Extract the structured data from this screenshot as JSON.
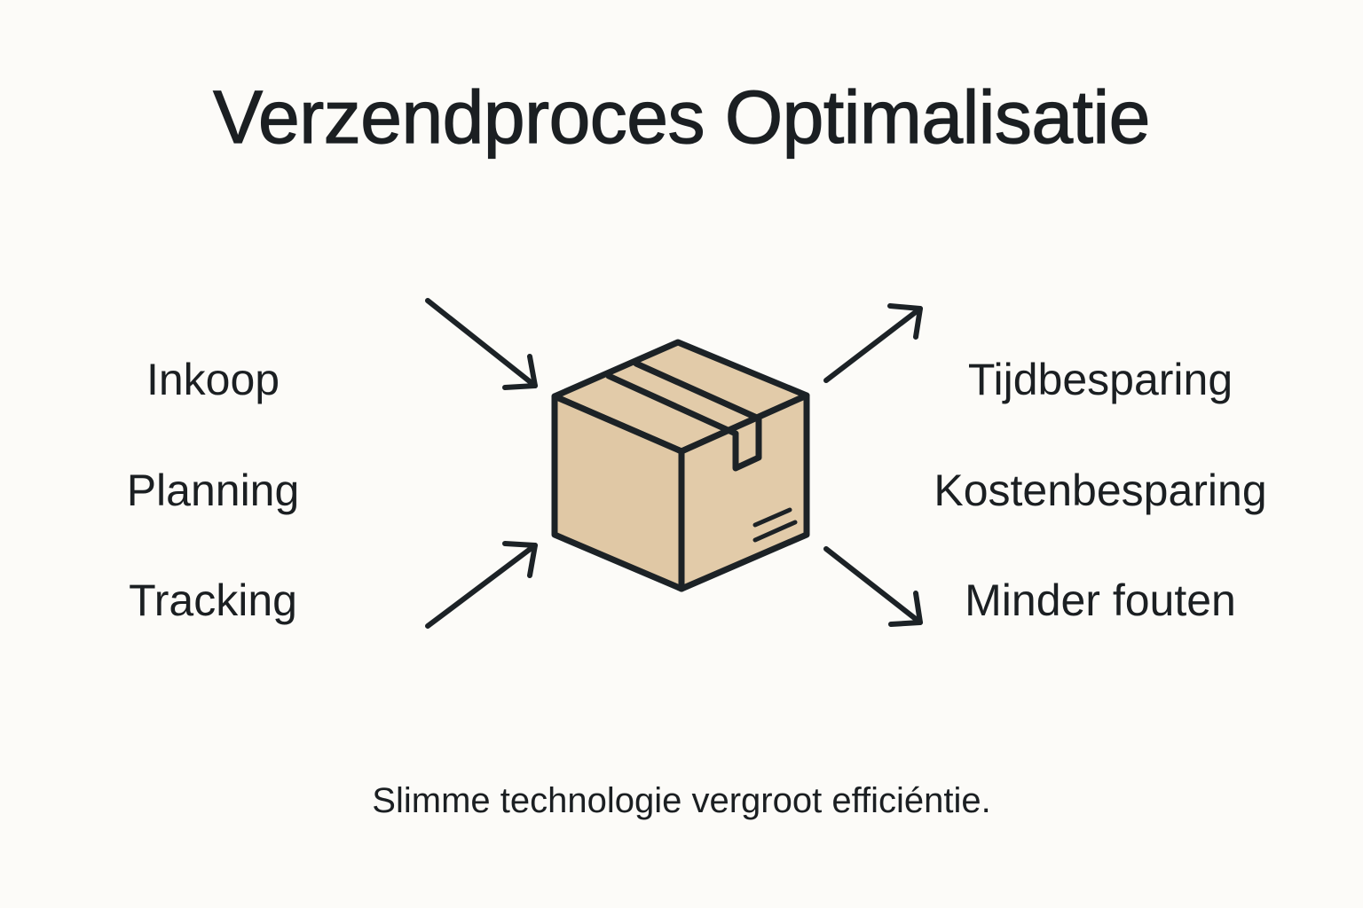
{
  "title": "Verzendproces Optimalisatie",
  "inputs": [
    {
      "label": "Inkoop"
    },
    {
      "label": "Planning"
    },
    {
      "label": "Tracking"
    }
  ],
  "center": {
    "icon": "cardboard-box-icon"
  },
  "outputs": [
    {
      "label": "Tijdbesparing"
    },
    {
      "label": "Kostenbesparing"
    },
    {
      "label": "Minder fouten"
    }
  ],
  "caption": "Slimme technologie vergroot efficiéntie.",
  "arrows": [
    {
      "from": "inputs",
      "direction": "down-right",
      "icon": "arrow-down-right-icon"
    },
    {
      "from": "inputs",
      "direction": "up-right",
      "icon": "arrow-up-right-icon"
    },
    {
      "to": "outputs",
      "direction": "up-right",
      "icon": "arrow-up-right-icon"
    },
    {
      "to": "outputs",
      "direction": "down-right",
      "icon": "arrow-down-right-icon"
    }
  ],
  "colors": {
    "background": "#fcfbf8",
    "text": "#1b1f22",
    "box_fill": "#e2cba9",
    "stroke": "#1c2226"
  }
}
